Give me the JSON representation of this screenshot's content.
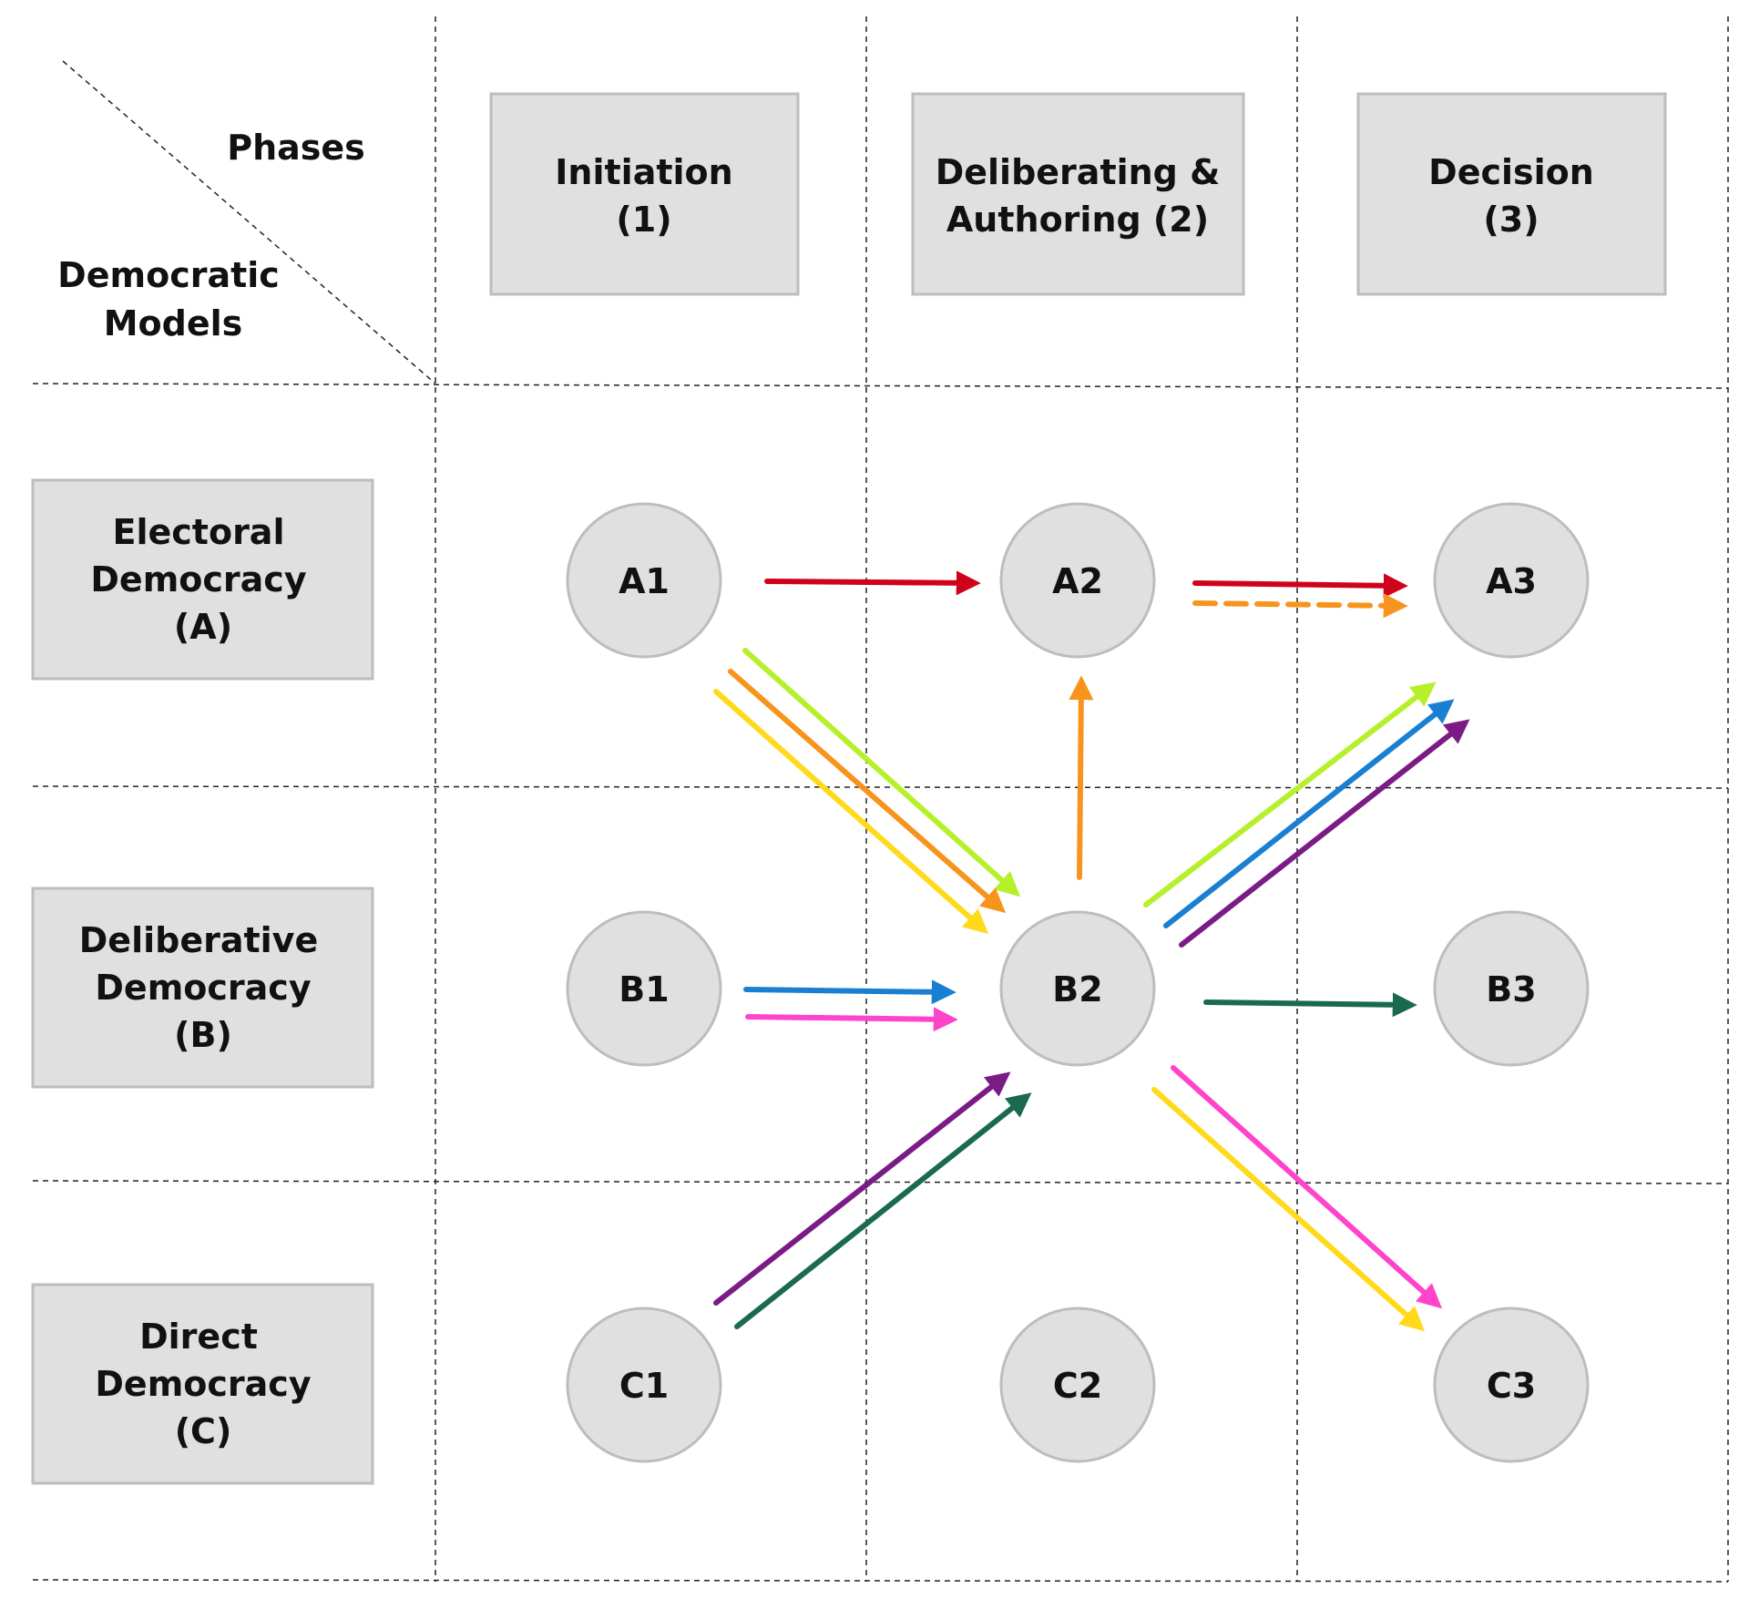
{
  "corner": {
    "phases_label": "Phases",
    "models_label_line1": "Democratic",
    "models_label_line2": "Models"
  },
  "phases": [
    {
      "line1": "Initiation",
      "line2": "(1)"
    },
    {
      "line1": "Deliberating &",
      "line2": "Authoring (2)"
    },
    {
      "line1": "Decision",
      "line2": "(3)"
    }
  ],
  "models": [
    {
      "line1": "Electoral",
      "line2": "Democracy",
      "line3": "(A)"
    },
    {
      "line1": "Deliberative",
      "line2": "Democracy",
      "line3": "(B)"
    },
    {
      "line1": "Direct",
      "line2": "Democracy",
      "line3": "(C)"
    }
  ],
  "nodes": {
    "A1": "A1",
    "A2": "A2",
    "A3": "A3",
    "B1": "B1",
    "B2": "B2",
    "B3": "B3",
    "C1": "C1",
    "C2": "C2",
    "C3": "C3"
  },
  "colors": {
    "red": "#d0021b",
    "orange": "#f7941d",
    "yellow": "#ffd91a",
    "lime": "#b5f02a",
    "blue": "#1a7fd1",
    "purple": "#7b1c86",
    "pink": "#ff44cc",
    "darkgreen": "#1a6b4e"
  },
  "arrows": [
    {
      "name": "arrow-a1-a2-red",
      "color": "red",
      "dashed": false
    },
    {
      "name": "arrow-a2-a3-red",
      "color": "red",
      "dashed": false
    },
    {
      "name": "arrow-a2-a3-orange-dashed",
      "color": "orange",
      "dashed": true
    },
    {
      "name": "arrow-a1-b2-lime",
      "color": "lime",
      "dashed": false
    },
    {
      "name": "arrow-a1-b2-orange",
      "color": "orange",
      "dashed": false
    },
    {
      "name": "arrow-a1-b2-yellow",
      "color": "yellow",
      "dashed": false
    },
    {
      "name": "arrow-b2-a2-orange",
      "color": "orange",
      "dashed": false
    },
    {
      "name": "arrow-b2-a3-lime",
      "color": "lime",
      "dashed": false
    },
    {
      "name": "arrow-b2-a3-blue",
      "color": "blue",
      "dashed": false
    },
    {
      "name": "arrow-b2-a3-purple",
      "color": "purple",
      "dashed": false
    },
    {
      "name": "arrow-b1-b2-blue",
      "color": "blue",
      "dashed": false
    },
    {
      "name": "arrow-b1-b2-pink",
      "color": "pink",
      "dashed": false
    },
    {
      "name": "arrow-b2-b3-darkgreen",
      "color": "darkgreen",
      "dashed": false
    },
    {
      "name": "arrow-c1-b2-purple",
      "color": "purple",
      "dashed": false
    },
    {
      "name": "arrow-c1-b2-darkgreen",
      "color": "darkgreen",
      "dashed": false
    },
    {
      "name": "arrow-b2-c3-pink",
      "color": "pink",
      "dashed": false
    },
    {
      "name": "arrow-b2-c3-yellow",
      "color": "yellow",
      "dashed": false
    }
  ]
}
